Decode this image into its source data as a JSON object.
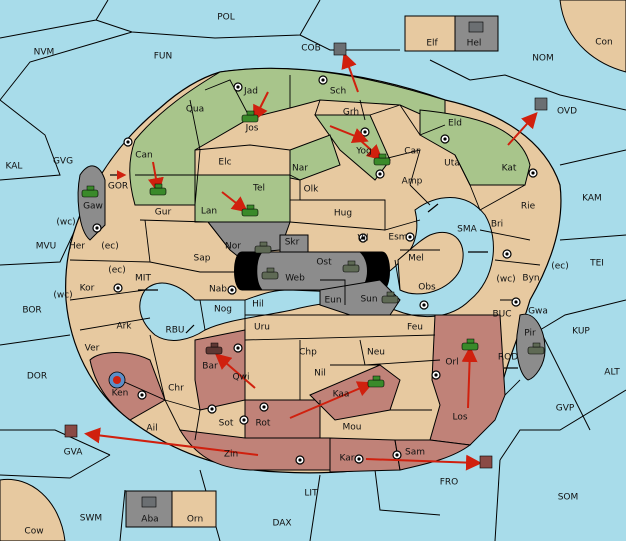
{
  "colors": {
    "water": "#a8dcea",
    "land": "#e7c9a0",
    "green": "#a8c58b",
    "gray": "#8c8c8c",
    "red": "#c08278",
    "black": "#000000",
    "order": "#d0200e",
    "unit_green": "#3a8a2a",
    "unit_gray": "#6b6f72",
    "unit_red": "#8a4a45"
  },
  "seas": {
    "POL": "POL",
    "NVM": "NVM",
    "FUN": "FUN",
    "COB": "COB",
    "NOM": "NOM",
    "Con": "Con",
    "KAL": "KAL",
    "GVG": "GVG",
    "GOR": "GOR",
    "OVD": "OVD",
    "KAM": "KAM",
    "SMA": "SMA",
    "MVU": "MVU",
    "MIT": "MIT",
    "TEI": "TEI",
    "BOR": "BOR",
    "RBU": "RBU",
    "BUC": "BUC",
    "KUP": "KUP",
    "DOR": "DOR",
    "ROD": "ROD",
    "ALT": "ALT",
    "GVP": "GVP",
    "GVA": "GVA",
    "FRO": "FRO",
    "SOM": "SOM",
    "LIT": "LIT",
    "SWM": "SWM",
    "DAX": "DAX",
    "Cow": "Cow"
  },
  "islands": {
    "Elf": "Elf",
    "Hel": "Hel",
    "Aba": "Aba",
    "Orn": "Orn"
  },
  "land": {
    "Jad": "Jad",
    "Sch": "Sch",
    "Qua": "Qua",
    "Jos": "Jos",
    "Grh": "Grh",
    "Eld": "Eld",
    "Can": "Can",
    "Elc": "Elc",
    "Nar": "Nar",
    "Yog": "Yog",
    "Car": "Car",
    "Uta": "Uta",
    "Kat": "Kat",
    "Gaw": "Gaw",
    "Gur": "Gur",
    "Tel": "Tel",
    "Olk": "Olk",
    "Amp": "Amp",
    "Lan": "Lan",
    "Hug": "Hug",
    "Rie": "Rie",
    "Bri": "Bri",
    "Nor": "Nor",
    "Vil": "Vil",
    "Esm": "Esm",
    "Her": "Her",
    "Skr": "Skr",
    "Sap": "Sap",
    "Ost": "Ost",
    "Web": "Web",
    "Mel": "Mel",
    "Byn": "Byn",
    "Kor": "Kor",
    "Nab": "Nab",
    "Eun": "Eun",
    "Obs": "Obs",
    "Gwa": "Gwa",
    "Hil": "Hil",
    "Sun": "Sun",
    "Ark": "Ark",
    "Nog": "Nog",
    "Uru": "Uru",
    "Feu": "Feu",
    "Pir": "Pir",
    "Ver": "Ver",
    "Chp": "Chp",
    "Neu": "Neu",
    "Orl": "Orl",
    "Bar": "Bar",
    "Qwi": "Qwi",
    "Nil": "Nil",
    "Ken": "Ken",
    "Chr": "Chr",
    "Kaa": "Kaa",
    "Los": "Los",
    "Rot": "Rot",
    "Sot": "Sot",
    "Ail": "Ail",
    "Mou": "Mou",
    "Zin": "Zin",
    "Sam": "Sam",
    "Kar": "Kar"
  },
  "coast_labels": [
    "(wc)",
    "(ec)",
    "(ec)",
    "(wc)",
    "(wc)",
    "(ec)"
  ]
}
